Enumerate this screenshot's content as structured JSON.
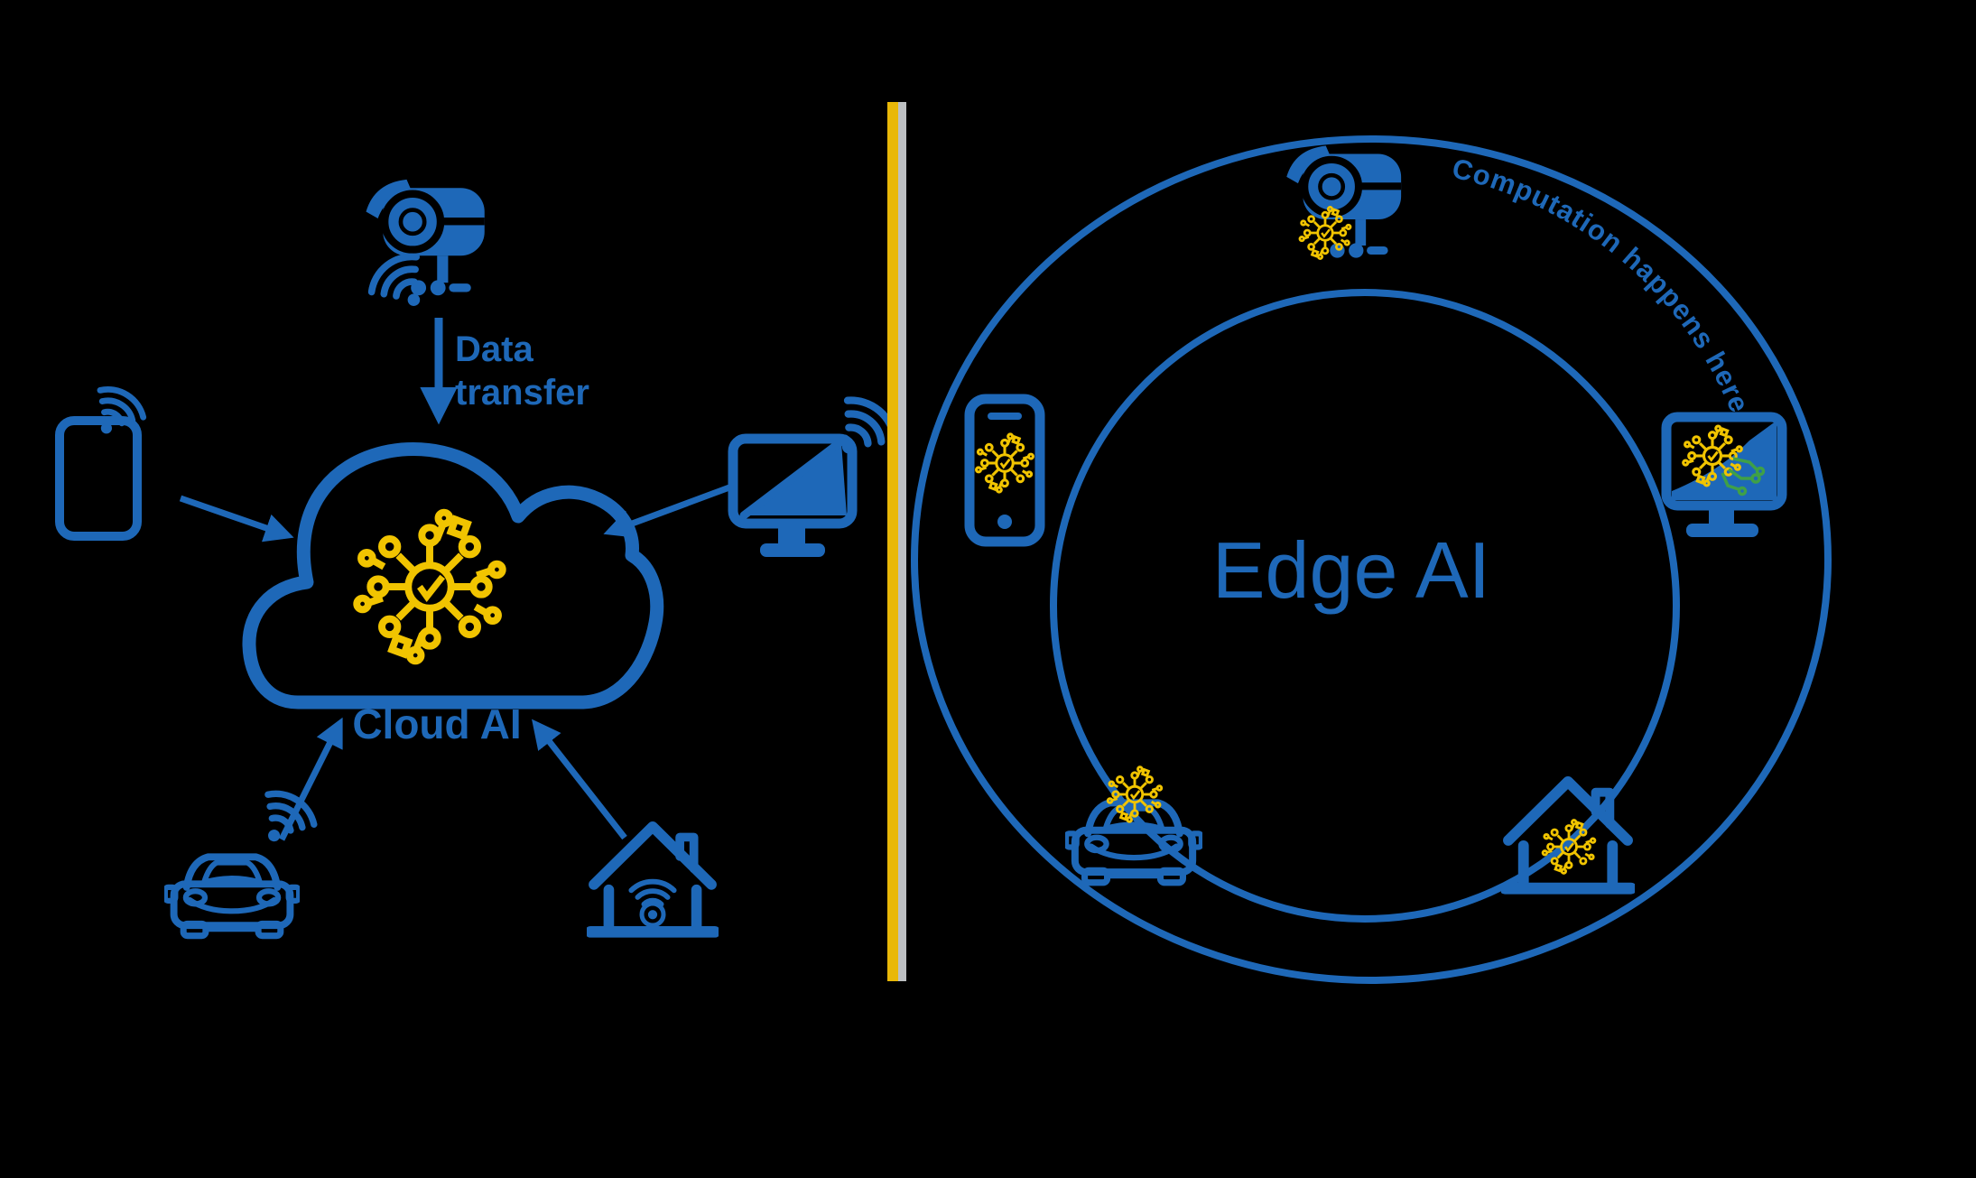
{
  "diagram": {
    "background": "#000000",
    "colors": {
      "blue": "#1E68B8",
      "chip_yellow": "#F1C400",
      "divider_yellow": "#E9B808",
      "divider_gray": "#BDC0C2",
      "trace_green": "#3FA047"
    },
    "cloud_side": {
      "data_transfer_line1": "Data",
      "data_transfer_line2": "transfer",
      "cloud_label": "Cloud AI",
      "icons": [
        "cctv-camera-icon",
        "wifi-icon",
        "tablet-icon",
        "satellite-monitor-icon",
        "connected-car-icon",
        "smart-home-icon",
        "ai-chip-icon"
      ]
    },
    "edge_side": {
      "edge_label": "Edge AI",
      "arc_label": "Computation happens here",
      "icons": [
        "cctv-camera-icon",
        "smartphone-icon",
        "edge-monitor-icon",
        "connected-car-icon",
        "smart-home-icon",
        "ai-chip-icon"
      ]
    }
  }
}
